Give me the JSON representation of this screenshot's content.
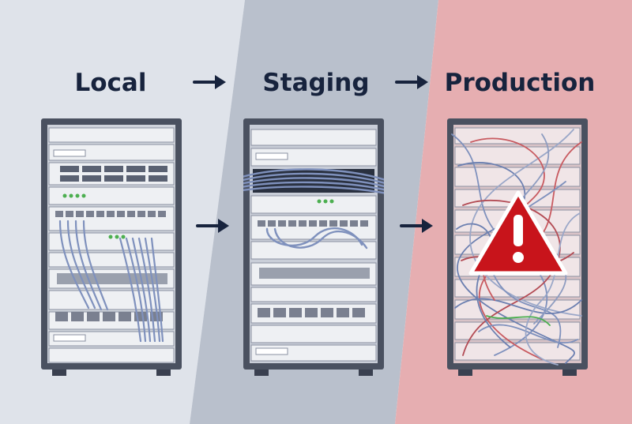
{
  "stages": [
    {
      "key": "local",
      "label": "Local",
      "cable_state": "tidy"
    },
    {
      "key": "staging",
      "label": "Staging",
      "cable_state": "bundled"
    },
    {
      "key": "production",
      "label": "Production",
      "cable_state": "tangled",
      "warning": true
    }
  ],
  "colors": {
    "panel_local": "#dfe3ea",
    "panel_staging": "#b9c0cc",
    "panel_production": "#e6aeb1",
    "label_text": "#17233d",
    "rack_frame": "#4a5160",
    "warning_red": "#c8141b",
    "cable_blue": "#7f91bd"
  },
  "icons": {
    "arrow": "right-arrow-icon",
    "warning": "warning-triangle-icon"
  }
}
